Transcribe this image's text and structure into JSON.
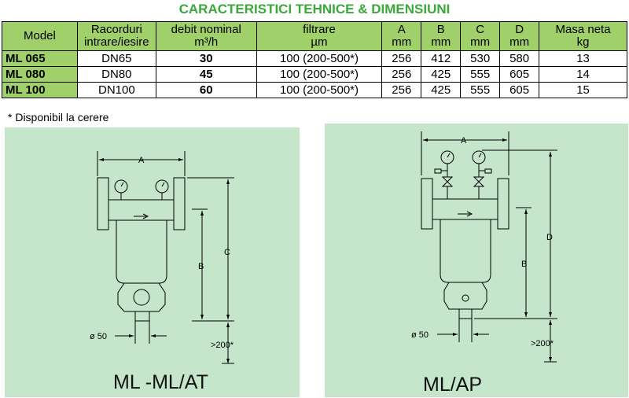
{
  "title": "CARACTERISTICI TEHNICE & DIMENSIUNI",
  "table": {
    "headers": [
      {
        "l1": "Model",
        "l2": ""
      },
      {
        "l1": "Racorduri",
        "l2": "intrare/iesire"
      },
      {
        "l1": "debit nominal",
        "l2": "m³/h"
      },
      {
        "l1": "filtrare",
        "l2": "µm"
      },
      {
        "l1": "A",
        "l2": "mm"
      },
      {
        "l1": "B",
        "l2": "mm"
      },
      {
        "l1": "C",
        "l2": "mm"
      },
      {
        "l1": "D",
        "l2": "mm"
      },
      {
        "l1": "Masa neta",
        "l2": "kg"
      }
    ],
    "rows": [
      {
        "model": "ML 065",
        "conn": "DN65",
        "flow": "30",
        "filter": "100 (200-500*)",
        "a": "256",
        "b": "412",
        "c": "530",
        "d": "580",
        "mass": "13"
      },
      {
        "model": "ML 080",
        "conn": "DN80",
        "flow": "45",
        "filter": "100 (200-500*)",
        "a": "256",
        "b": "425",
        "c": "555",
        "d": "605",
        "mass": "14"
      },
      {
        "model": "ML 100",
        "conn": "DN100",
        "flow": "60",
        "filter": "100 (200-500*)",
        "a": "256",
        "b": "425",
        "c": "555",
        "d": "605",
        "mass": "15"
      }
    ]
  },
  "note": "* Disponibil la cerere",
  "diagrams": {
    "left": {
      "caption": "ML -ML/AT",
      "label_a": "A",
      "label_b": "B",
      "label_c": "C",
      "label_dia": "ø 50",
      "label_clear": ">200*"
    },
    "right": {
      "caption": "ML/AP",
      "label_a": "A",
      "label_b": "B",
      "label_d": "D",
      "label_dia": "ø 50",
      "label_clear": ">200*"
    }
  }
}
